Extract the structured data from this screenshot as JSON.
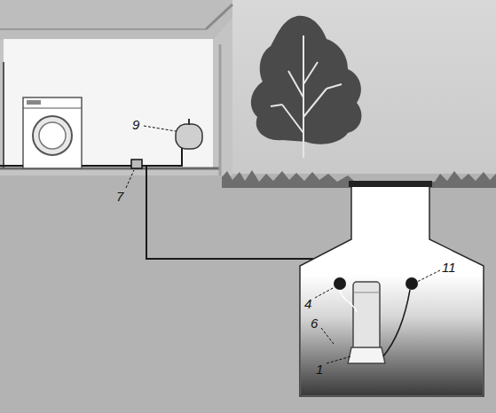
{
  "diagram": {
    "labels": [
      "9",
      "7",
      "4",
      "11",
      "6",
      "1"
    ]
  }
}
